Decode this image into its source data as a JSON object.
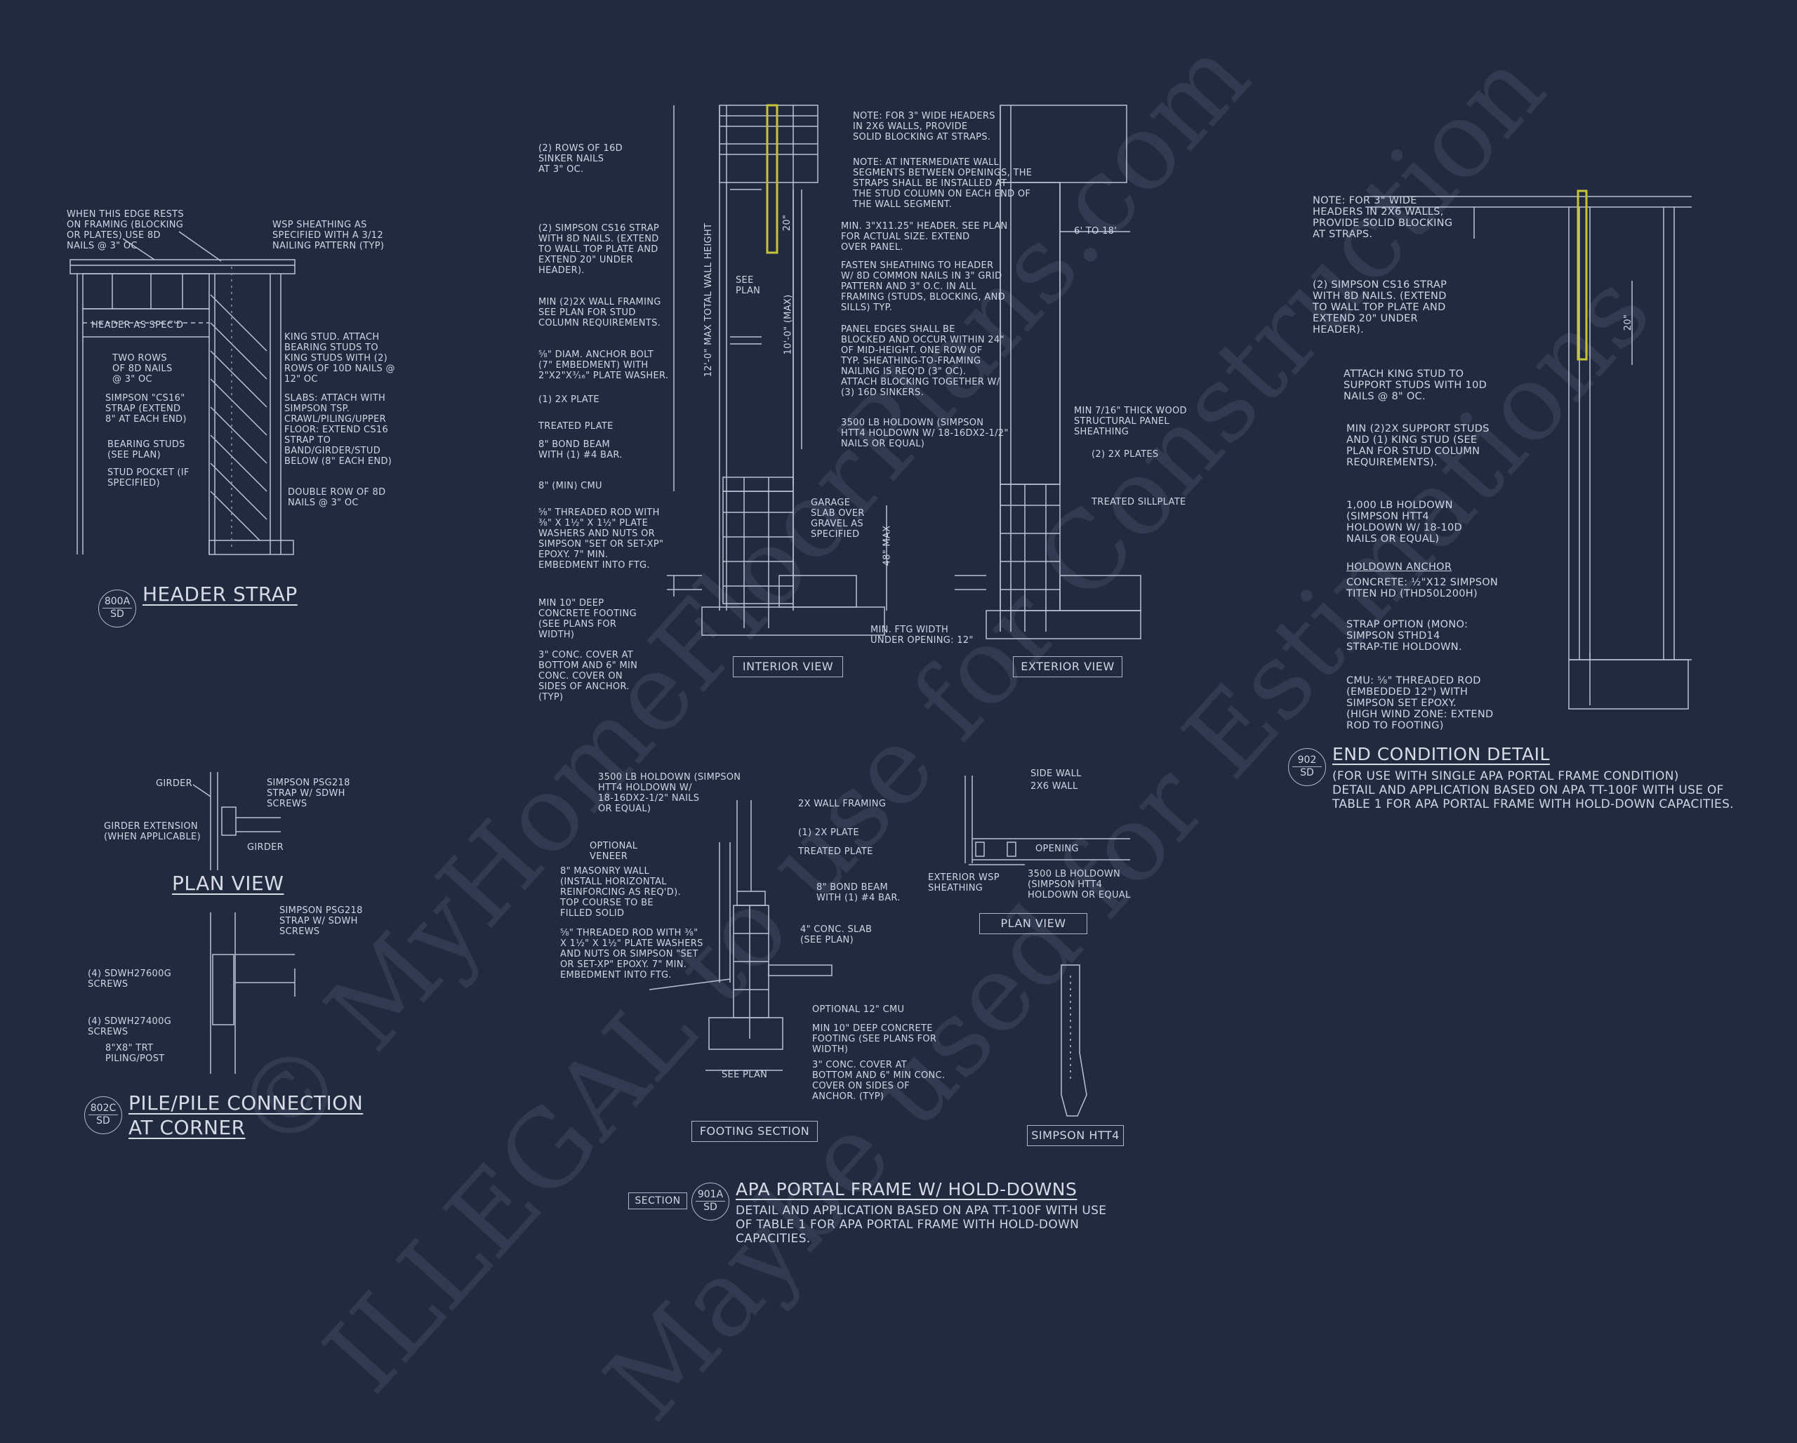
{
  "colors": {
    "background": "#222a40",
    "linework": "#b9c1d2",
    "strap": "#c8c23a"
  },
  "watermark": {
    "lines": [
      "© MyHomeFloorPlans.com",
      "ILLEGAL to use for Construction",
      "Maybe used for Estimations"
    ]
  },
  "header_strap": {
    "notes": {
      "edge": "WHEN THIS EDGE RESTS\nON FRAMING (BLOCKING\nOR PLATES) USE 8d\nNAILS @ 3\" OC",
      "wsp": "WSP SHEATHING AS\nSPECIFIED WITH A 3/12\nNAILING PATTERN (TYP)",
      "header": "HEADER AS SPEC'D",
      "two_rows": "TWO ROWS\nOF 8d NAILS\n@ 3\" OC",
      "simpson": "SIMPSON \"CS16\"\nSTRAP (EXTEND\n8\" AT EACH END)",
      "bearing": "BEARING STUDS\n(SEE PLAN)",
      "pocket": "STUD POCKET (IF\nSPECIFIED)",
      "king": "KING STUD. ATTACH\nBEARING STUDS TO\nKING STUDS WITH (2)\nROWS OF 10d NAILS @\n12\" OC",
      "slabs": "SLABS: ATTACH WITH\nSIMPSON TSP.\nCRAWL/PILING/UPPER\nFLOOR: EXTEND CS16\nSTRAP TO\nBAND/GIRDER/STUD\nBELOW (8\" EACH END)",
      "double_row": "DOUBLE ROW OF 8d\nNAILS @ 3\" OC"
    },
    "bubble_top": "800A",
    "bubble_bottom": "SD",
    "title": "HEADER STRAP"
  },
  "girder": {
    "notes": {
      "girder": "GIRDER",
      "psg": "SIMPSON PSG218\nSTRAP W/ SDWH\nSCREWS",
      "extension": "GIRDER EXTENSION\n(WHEN APPLICABLE)",
      "girder2": "GIRDER"
    },
    "title": "PLAN VIEW"
  },
  "pile": {
    "notes": {
      "psg": "SIMPSON PSG218\nSTRAP W/ SDWH\nSCREWS",
      "sd1": "(4) SDWH27600G\nSCREWS",
      "sd2": "(4) SDWH27400G\nSCREWS",
      "piling": "8\"x8\" TRT\nPILING/POST"
    },
    "bubble_top": "802C",
    "bubble_bottom": "SD",
    "title_1": "PILE/PILE CONNECTION",
    "title_2": "AT CORNER"
  },
  "portal": {
    "left_notes": {
      "sinker": "(2) ROWS OF 16d\nSINKER NAILS\nAT 3\" OC.",
      "cs16": "(2) SIMPSON CS16 STRAP\nWITH 8d NAILS. (EXTEND\nTO WALL TOP PLATE AND\nEXTEND 20\" UNDER\nHEADER).",
      "framing": "MIN (2)2X WALL FRAMING\nSEE PLAN FOR STUD\nCOLUMN REQUIREMENTS.",
      "anchor": "⅝\" DIAM. ANCHOR BOLT\n(7\" EMBEDMENT) WITH\n2\"x2\"x³⁄₁₆\" PLATE WASHER.",
      "plate": "(1) 2x PLATE",
      "treated": "TREATED PLATE",
      "bond": "8\" BOND BEAM\nWITH (1) #4 BAR.",
      "cmu": "8\" (MIN) CMU",
      "rod": "⅝\" THREADED ROD WITH\n⅜\" x 1½\" x 1½\" PLATE\nWASHERS AND NUTS OR\nSIMPSON \"SET OR SET-XP\"\nEPOXY. 7\" MIN.\nEMBEDMENT INTO FTG.",
      "footing": "MIN 10\" DEEP\nCONCRETE FOOTING\n(SEE PLANS FOR\nWIDTH)",
      "cover": "3\" CONC. COVER AT\nBOTTOM AND 6\" MIN\nCONC. COVER ON\nSIDES OF ANCHOR.\n(TYP)"
    },
    "dims": {
      "height": "12'-0\" MAX TOTAL WALL HEIGHT",
      "ten": "10'-0\" (MAX)",
      "twenty": "20\"",
      "see_plan": "SEE\nPLAN",
      "six_18": "6' TO 18'",
      "forty_eight": "48\" MAX"
    },
    "mid_notes": {
      "note3": "NOTE: FOR 3\" WIDE HEADERS\nIN 2x6 WALLS, PROVIDE\nSOLID BLOCKING AT STRAPS.",
      "intermediate": "NOTE: AT INTERMEDIATE WALL\nSEGMENTS BETWEEN OPENINGS, THE\nSTRAPS SHALL BE INSTALLED AT\nTHE STUD COLUMN ON EACH END OF\nTHE WALL SEGMENT.",
      "header": "MIN. 3\"x11.25\" HEADER. SEE PLAN\nFOR ACTUAL SIZE. EXTEND\nOVER PANEL.",
      "fasten": "FASTEN SHEATHING TO HEADER\nW/ 8d COMMON NAILS IN 3\" GRID\nPATTERN AND 3\" O.C. IN ALL\nFRAMING (STUDS, BLOCKING, AND\nSILLS) TYP.",
      "panel": "PANEL EDGES SHALL BE\nBLOCKED AND OCCUR WITHIN 24\"\nOF MID-HEIGHT. ONE ROW OF\nTYP. SHEATHING-TO-FRAMING\nNAILING IS REQ'D (3\" OC).\nATTACH BLOCKING TOGETHER W/\n(3) 16d SINKERS.",
      "holdown": "3500 LB HOLDOWN (SIMPSON\nHTT4 HOLDOWN W/ 18-16dx2-1/2\"\nNAILS OR EQUAL)",
      "garage": "GARAGE\nSLAB OVER\nGRAVEL AS\nSPECIFIED",
      "min_ftg": "MIN. FTG WIDTH\nUNDER OPENING: 12\""
    },
    "right_notes": {
      "osb": "MIN 7/16\" THICK WOOD\nSTRUCTURAL PANEL\nSHEATHING",
      "plates": "(2) 2x PLATES",
      "sill": "TREATED SILLPLATE"
    },
    "interior_label": "INTERIOR VIEW",
    "exterior_label": "EXTERIOR VIEW"
  },
  "footing_section": {
    "notes": {
      "holdown": "3500 LB HOLDOWN (SIMPSON\nHTT4 HOLDOWN W/\n18-16dx2-1/2\" NAILS\nOR EQUAL)",
      "veneer": "OPTIONAL\nVENEER",
      "framing": "2X WALL FRAMING",
      "plate": "(1) 2x PLATE",
      "treated": "TREATED PLATE",
      "masonry": "8\" MASONRY WALL\n(INSTALL HORIZONTAL\nREINFORCING AS REQ'D).\nTOP COURSE TO BE\nFILLED SOLID",
      "bond": "8\" BOND BEAM\nWITH (1) #4 BAR.",
      "rod": "⅝\" THREADED ROD WITH ⅜\"\nx 1½\" x 1½\" PLATE WASHERS\nAND NUTS OR SIMPSON \"SET\nOR SET-XP\" EPOXY. 7\" MIN.\nEMBEDMENT INTO FTG.",
      "slab": "4\" CONC. SLAB\n(SEE PLAN)",
      "cmu": "OPTIONAL 12\" CMU",
      "footing": "MIN 10\" DEEP CONCRETE\nFOOTING (SEE PLANS FOR\nWIDTH)",
      "cover": "3\" CONC. COVER AT\nBOTTOM AND 6\" MIN CONC.\nCOVER ON SIDES OF\nANCHOR. (TYP)",
      "see_plan": "SEE PLAN"
    },
    "label": "FOOTING SECTION"
  },
  "small_plan": {
    "notes": {
      "side": "SIDE WALL",
      "wall": "2x6 WALL",
      "opening": "OPENING",
      "ext": "EXTERIOR WSP\nSHEATHING",
      "holdown": "3500 LB HOLDOWN\n(SIMPSON HTT4\nHOLDOWN OR EQUAL"
    },
    "label": "PLAN VIEW"
  },
  "htt4": {
    "label": "SIMPSON HTT4"
  },
  "portal_title": {
    "section_label": "SECTION",
    "bubble_top": "901A",
    "bubble_bottom": "SD",
    "title": "APA PORTAL FRAME W/ HOLD-DOWNS",
    "subtitle": "DETAIL AND APPLICATION BASED ON APA TT-100F WITH USE\nOF TABLE 1 FOR APA PORTAL FRAME WITH HOLD-DOWN\nCAPACITIES."
  },
  "end_condition": {
    "notes": {
      "note3": "NOTE: FOR 3\" WIDE\nHEADERS IN 2x6 WALLS,\nPROVIDE SOLID BLOCKING\nAT STRAPS.",
      "cs16": "(2) SIMPSON CS16 STRAP\nWITH 8d NAILS. (EXTEND\nTO WALL TOP PLATE AND\nEXTEND 20\" UNDER\nHEADER).",
      "king": "ATTACH KING STUD TO\nSUPPORT STUDS WITH 10d\nNAILS @ 8\" OC.",
      "support": "MIN (2)2X SUPPORT STUDS\nAND (1) KING STUD (SEE\nPLAN FOR STUD COLUMN\nREQUIREMENTS).",
      "holdown": "1,000 LB HOLDOWN\n(SIMPSON HTT4\nHOLDOWN W/ 18-10d\nNAILS OR EQUAL)",
      "anchor_head": "HOLDOWN ANCHOR",
      "concrete": "CONCRETE: ½\"x12 SIMPSON\nTITEN HD (THD50l200H)",
      "strap": "STRAP OPTION (MONO:\nSIMPSON STHD14\nSTRAP-TIE HOLDOWN.",
      "cmu": "CMU: ⅝\" THREADED ROD\n(EMBEDDED 12\") WITH\nSIMPSON SET EPOXY.\n(HIGH WIND ZONE: EXTEND\nROD TO FOOTING)",
      "twenty": "20\""
    },
    "bubble_top": "902",
    "bubble_bottom": "SD",
    "title": "END CONDITION DETAIL",
    "subtitle": "(FOR USE WITH SINGLE APA PORTAL FRAME CONDITION)\nDETAIL AND APPLICATION BASED ON APA TT-100F WITH USE OF\nTABLE 1 FOR APA PORTAL FRAME WITH HOLD-DOWN CAPACITIES."
  }
}
